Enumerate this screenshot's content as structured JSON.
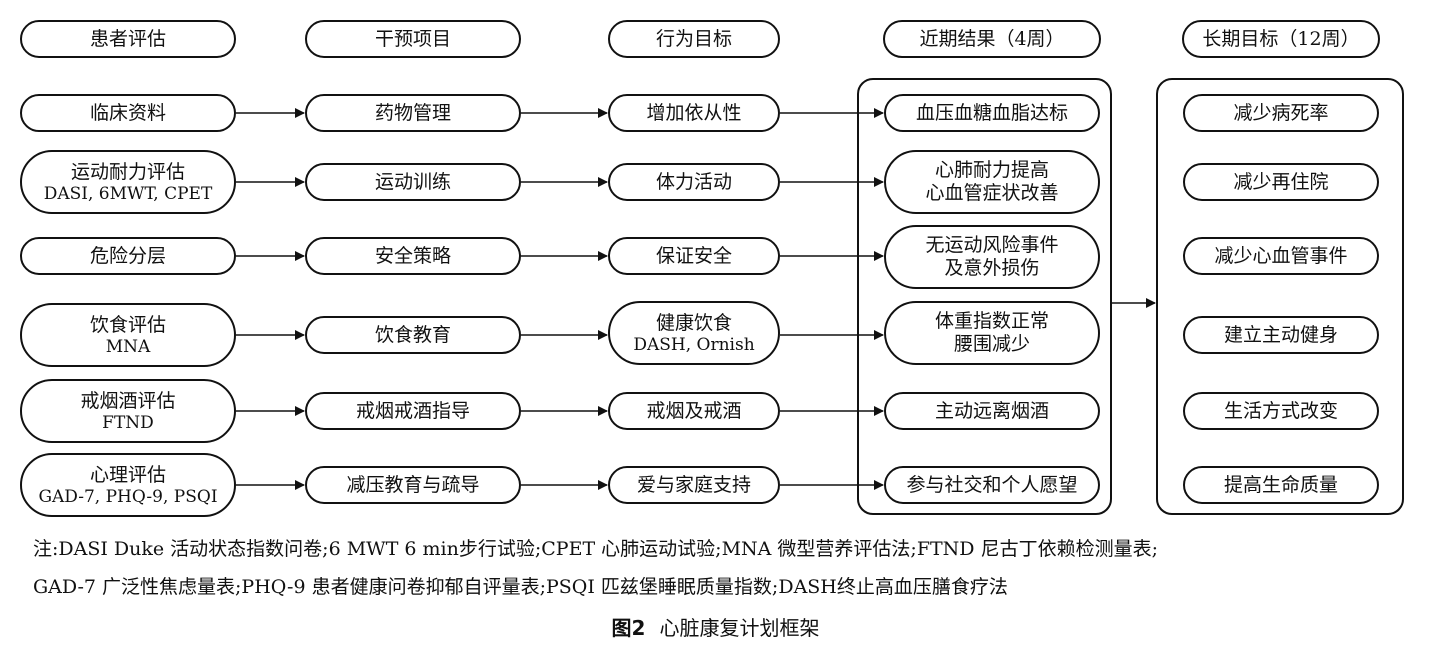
{
  "headers": [
    "患者评估",
    "干预项目",
    "行为目标",
    "近期结果（4周）",
    "长期目标（12周）"
  ],
  "col1": [
    {
      "line1": "临床资料",
      "line2": ""
    },
    {
      "line1": "运动耐力评估",
      "line2": "DASI, 6MWT, CPET"
    },
    {
      "line1": "危险分层",
      "line2": ""
    },
    {
      "line1": "饮食评估",
      "line2": "MNA"
    },
    {
      "line1": "戒烟酒评估",
      "line2": "FTND"
    },
    {
      "line1": "心理评估",
      "line2": "GAD-7, PHQ-9, PSQI"
    }
  ],
  "col2": [
    "药物管理",
    "运动训练",
    "安全策略",
    "饮食教育",
    "戒烟戒酒指导",
    "减压教育与疏导"
  ],
  "col3": [
    {
      "line1": "增加依从性",
      "line2": ""
    },
    {
      "line1": "体力活动",
      "line2": ""
    },
    {
      "line1": "保证安全",
      "line2": ""
    },
    {
      "line1": "健康饮食",
      "line2": "DASH, Ornish"
    },
    {
      "line1": "戒烟及戒酒",
      "line2": ""
    },
    {
      "line1": "爱与家庭支持",
      "line2": ""
    }
  ],
  "col4": [
    {
      "line1": "血压血糖血脂达标",
      "line2": ""
    },
    {
      "line1": "心肺耐力提高",
      "line2": "心血管症状改善"
    },
    {
      "line1": "无运动风险事件",
      "line2": "及意外损伤"
    },
    {
      "line1": "体重指数正常",
      "line2": "腰围减少"
    },
    {
      "line1": "主动远离烟酒",
      "line2": ""
    },
    {
      "line1": "参与社交和个人愿望",
      "line2": ""
    }
  ],
  "col5": [
    "减少病死率",
    "减少再住院",
    "减少心血管事件",
    "建立主动健身",
    "生活方式改变",
    "提高生命质量"
  ],
  "note": {
    "line1": "注:DASI Duke 活动状态指数问卷;6 MWT 6 min步行试验;CPET 心肺运动试验;MNA 微型营养评估法;FTND 尼古丁依赖检测量表;",
    "line2": "GAD-7 广泛性焦虑量表;PHQ-9 患者健康问卷抑郁自评量表;PSQI 匹兹堡睡眠质量指数;DASH终止高血压膳食疗法"
  },
  "caption": {
    "label": "图2",
    "text": "心脏康复计划框架"
  }
}
